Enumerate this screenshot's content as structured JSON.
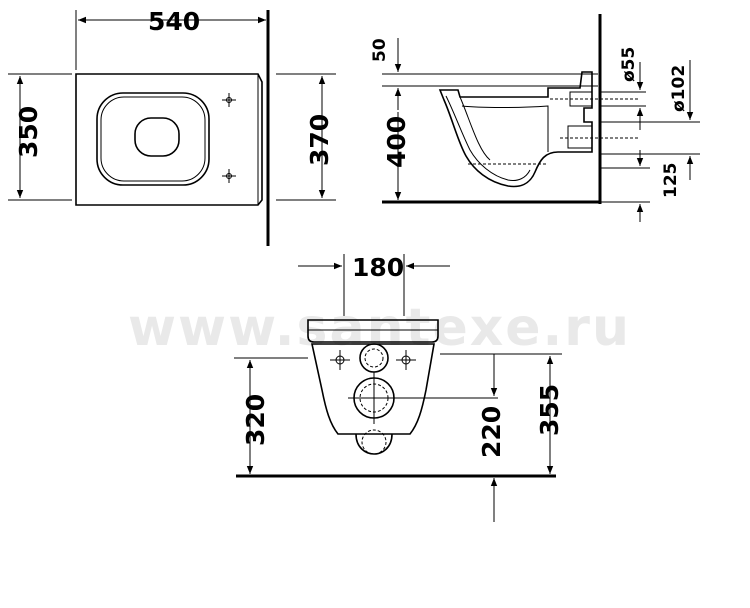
{
  "watermark": "www.santexe.ru",
  "top_view": {
    "width_label": "540",
    "height_label": "350",
    "wall_height_label": "370"
  },
  "side_view": {
    "offset_label": "50",
    "height_label": "400",
    "inlet_label": "ø55",
    "outlet_label": "ø102",
    "outlet_height_label": "125"
  },
  "front_view": {
    "spacing_label": "180",
    "height_label": "320",
    "drain_height_label": "220",
    "total_height_label": "355"
  }
}
